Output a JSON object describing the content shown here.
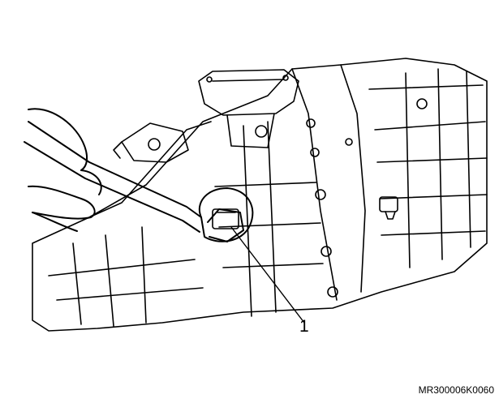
{
  "diagram": {
    "callouts": [
      {
        "label": "1",
        "target": "drain-plug"
      }
    ],
    "figure_code": "MR300006K0060",
    "colors": {
      "line": "#000000",
      "background": "#ffffff"
    }
  }
}
